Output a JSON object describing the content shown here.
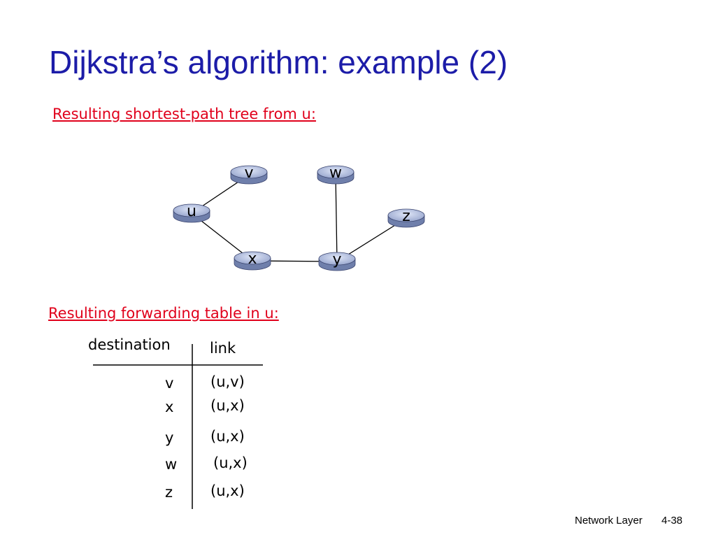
{
  "slide": {
    "title": "Dijkstra’s algorithm: example (2)",
    "tree_heading": "Resulting shortest-path tree from u:",
    "table_heading": "Resulting forwarding table in u:"
  },
  "graph": {
    "nodes": [
      {
        "id": "v",
        "label": "v"
      },
      {
        "id": "w",
        "label": "w"
      },
      {
        "id": "u",
        "label": "u"
      },
      {
        "id": "z",
        "label": "z"
      },
      {
        "id": "x",
        "label": "x"
      },
      {
        "id": "y",
        "label": "y"
      }
    ],
    "edges": [
      [
        "u",
        "v"
      ],
      [
        "u",
        "x"
      ],
      [
        "x",
        "y"
      ],
      [
        "y",
        "w"
      ],
      [
        "y",
        "z"
      ]
    ]
  },
  "table": {
    "header_destination": "destination",
    "header_link": "link",
    "rows": [
      {
        "dest": "v",
        "link": "(u,v)"
      },
      {
        "dest": "x",
        "link": "(u,x)"
      },
      {
        "dest": "y",
        "link": "(u,x)"
      },
      {
        "dest": "w",
        "link": "(u,x)"
      },
      {
        "dest": "z",
        "link": "(u,x)"
      }
    ]
  },
  "footer": {
    "section": "Network Layer",
    "page": "4-38"
  }
}
